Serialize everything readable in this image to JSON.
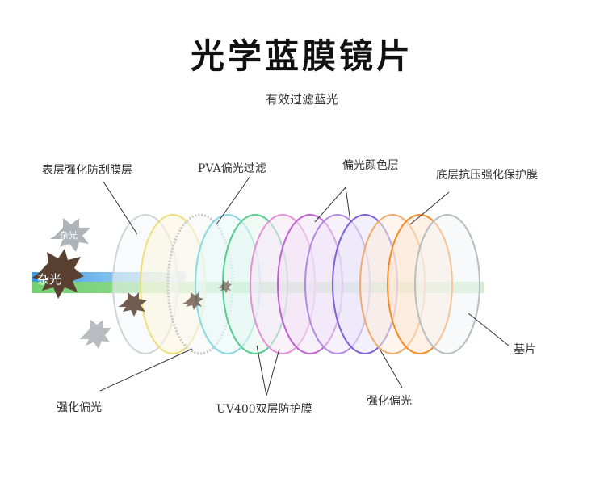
{
  "header": {
    "title": "光学蓝膜镜片",
    "subtitle": "有效过滤蓝光"
  },
  "labels": {
    "surface_hard_coat": "表层强化防刮膜层",
    "pva_filter": "PVA偏光过滤",
    "polarized_color_layer": "偏光颜色层",
    "base_resist_coat": "底层抗压强化保护膜",
    "substrate": "基片",
    "enhanced_polarized_left": "强化偏光",
    "uv400_double_layer": "UV400双层防护膜",
    "enhanced_polarized_right": "强化偏光"
  },
  "stray_light": {
    "label": "杂光",
    "label_small": "杂光"
  },
  "colors": {
    "blue_beam": "#3a9be0",
    "green_beam": "#5cc85a",
    "burst_dark": "#5a4030",
    "burst_gray": "#9aa0a6",
    "lens_rims": [
      "#cfd4d8",
      "#f0dc78",
      "#c8c8c8",
      "#86d8e0",
      "#4fcf8a",
      "#e48ed8",
      "#c060d0",
      "#b089e0",
      "#7a5fd8",
      "#f2a96a",
      "#f58a25",
      "#b8bcc0"
    ]
  }
}
